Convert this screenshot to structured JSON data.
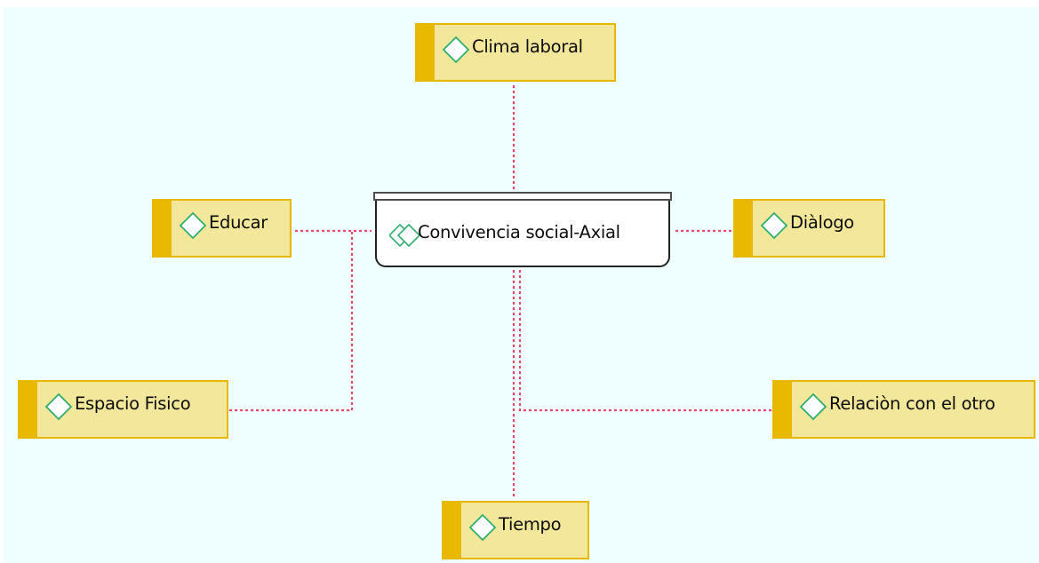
{
  "diagram": {
    "core": {
      "label": "Convivencia social-Axial",
      "icon": "double-diamond-icon"
    },
    "nodes": {
      "clima": {
        "label": "Clima laboral",
        "icon": "diamond-icon"
      },
      "educar": {
        "label": "Educar",
        "icon": "diamond-icon"
      },
      "dialogo": {
        "label": "Diàlogo",
        "icon": "diamond-icon"
      },
      "espacio": {
        "label": "Espacio Fisico",
        "icon": "diamond-icon"
      },
      "relacion": {
        "label": "Relaciòn con el otro",
        "icon": "diamond-icon"
      },
      "tiempo": {
        "label": "Tiempo",
        "icon": "diamond-icon"
      }
    },
    "colors": {
      "canvas": "#effefe",
      "node_fill": "#f2e79a",
      "node_border": "#e7b800",
      "node_bar": "#e9b800",
      "link": "#e8486a",
      "diamond_stroke": "#2fae6e"
    }
  }
}
